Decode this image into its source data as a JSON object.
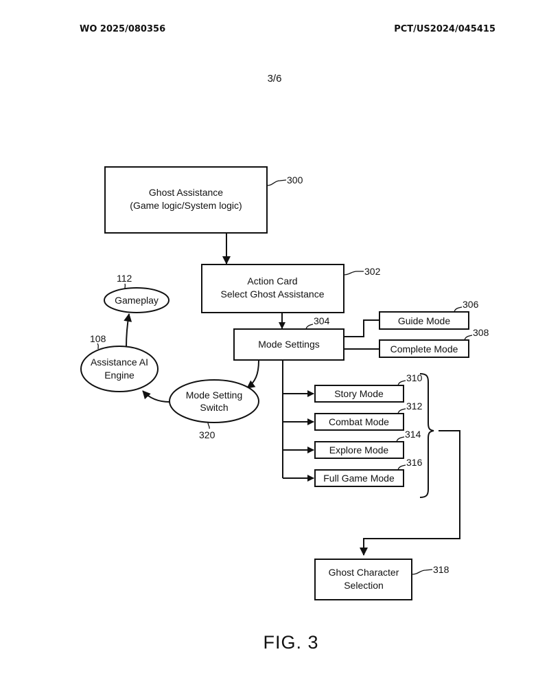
{
  "header": {
    "publication_number": "WO 2025/080356",
    "application_number": "PCT/US2024/045415",
    "sheet": "3/6"
  },
  "figure": {
    "caption": "FIG. 3",
    "nodes": {
      "ghost_assistance": {
        "ref": "300",
        "lines": [
          "Ghost Assistance",
          "(Game logic/System logic)"
        ]
      },
      "action_card": {
        "ref": "302",
        "lines": [
          "Action Card",
          "Select Ghost Assistance"
        ]
      },
      "mode_settings": {
        "ref": "304",
        "lines": [
          "Mode Settings"
        ]
      },
      "guide_mode": {
        "ref": "306",
        "lines": [
          "Guide Mode"
        ]
      },
      "complete_mode": {
        "ref": "308",
        "lines": [
          "Complete Mode"
        ]
      },
      "story_mode": {
        "ref": "310",
        "lines": [
          "Story Mode"
        ]
      },
      "combat_mode": {
        "ref": "312",
        "lines": [
          "Combat Mode"
        ]
      },
      "explore_mode": {
        "ref": "314",
        "lines": [
          "Explore Mode"
        ]
      },
      "full_game_mode": {
        "ref": "316",
        "lines": [
          "Full Game Mode"
        ]
      },
      "ghost_character_selection": {
        "ref": "318",
        "lines": [
          "Ghost Character",
          "Selection"
        ]
      },
      "mode_setting_switch": {
        "ref": "320",
        "lines": [
          "Mode Setting",
          "Switch"
        ]
      },
      "assistance_ai_engine": {
        "ref": "108",
        "lines": [
          "Assistance AI",
          "Engine"
        ]
      },
      "gameplay": {
        "ref": "112",
        "lines": [
          "Gameplay"
        ]
      }
    },
    "edges": [
      {
        "from": "ghost_assistance",
        "to": "action_card"
      },
      {
        "from": "action_card",
        "to": "mode_settings"
      },
      {
        "from": "mode_settings",
        "to": "guide_mode"
      },
      {
        "from": "mode_settings",
        "to": "complete_mode"
      },
      {
        "from": "mode_settings",
        "to": "story_mode"
      },
      {
        "from": "mode_settings",
        "to": "combat_mode"
      },
      {
        "from": "mode_settings",
        "to": "explore_mode"
      },
      {
        "from": "mode_settings",
        "to": "full_game_mode"
      },
      {
        "from": "mode_group_310_316",
        "to": "ghost_character_selection"
      },
      {
        "from": "mode_settings",
        "to": "mode_setting_switch"
      },
      {
        "from": "mode_setting_switch",
        "to": "assistance_ai_engine"
      },
      {
        "from": "assistance_ai_engine",
        "to": "gameplay"
      }
    ]
  }
}
